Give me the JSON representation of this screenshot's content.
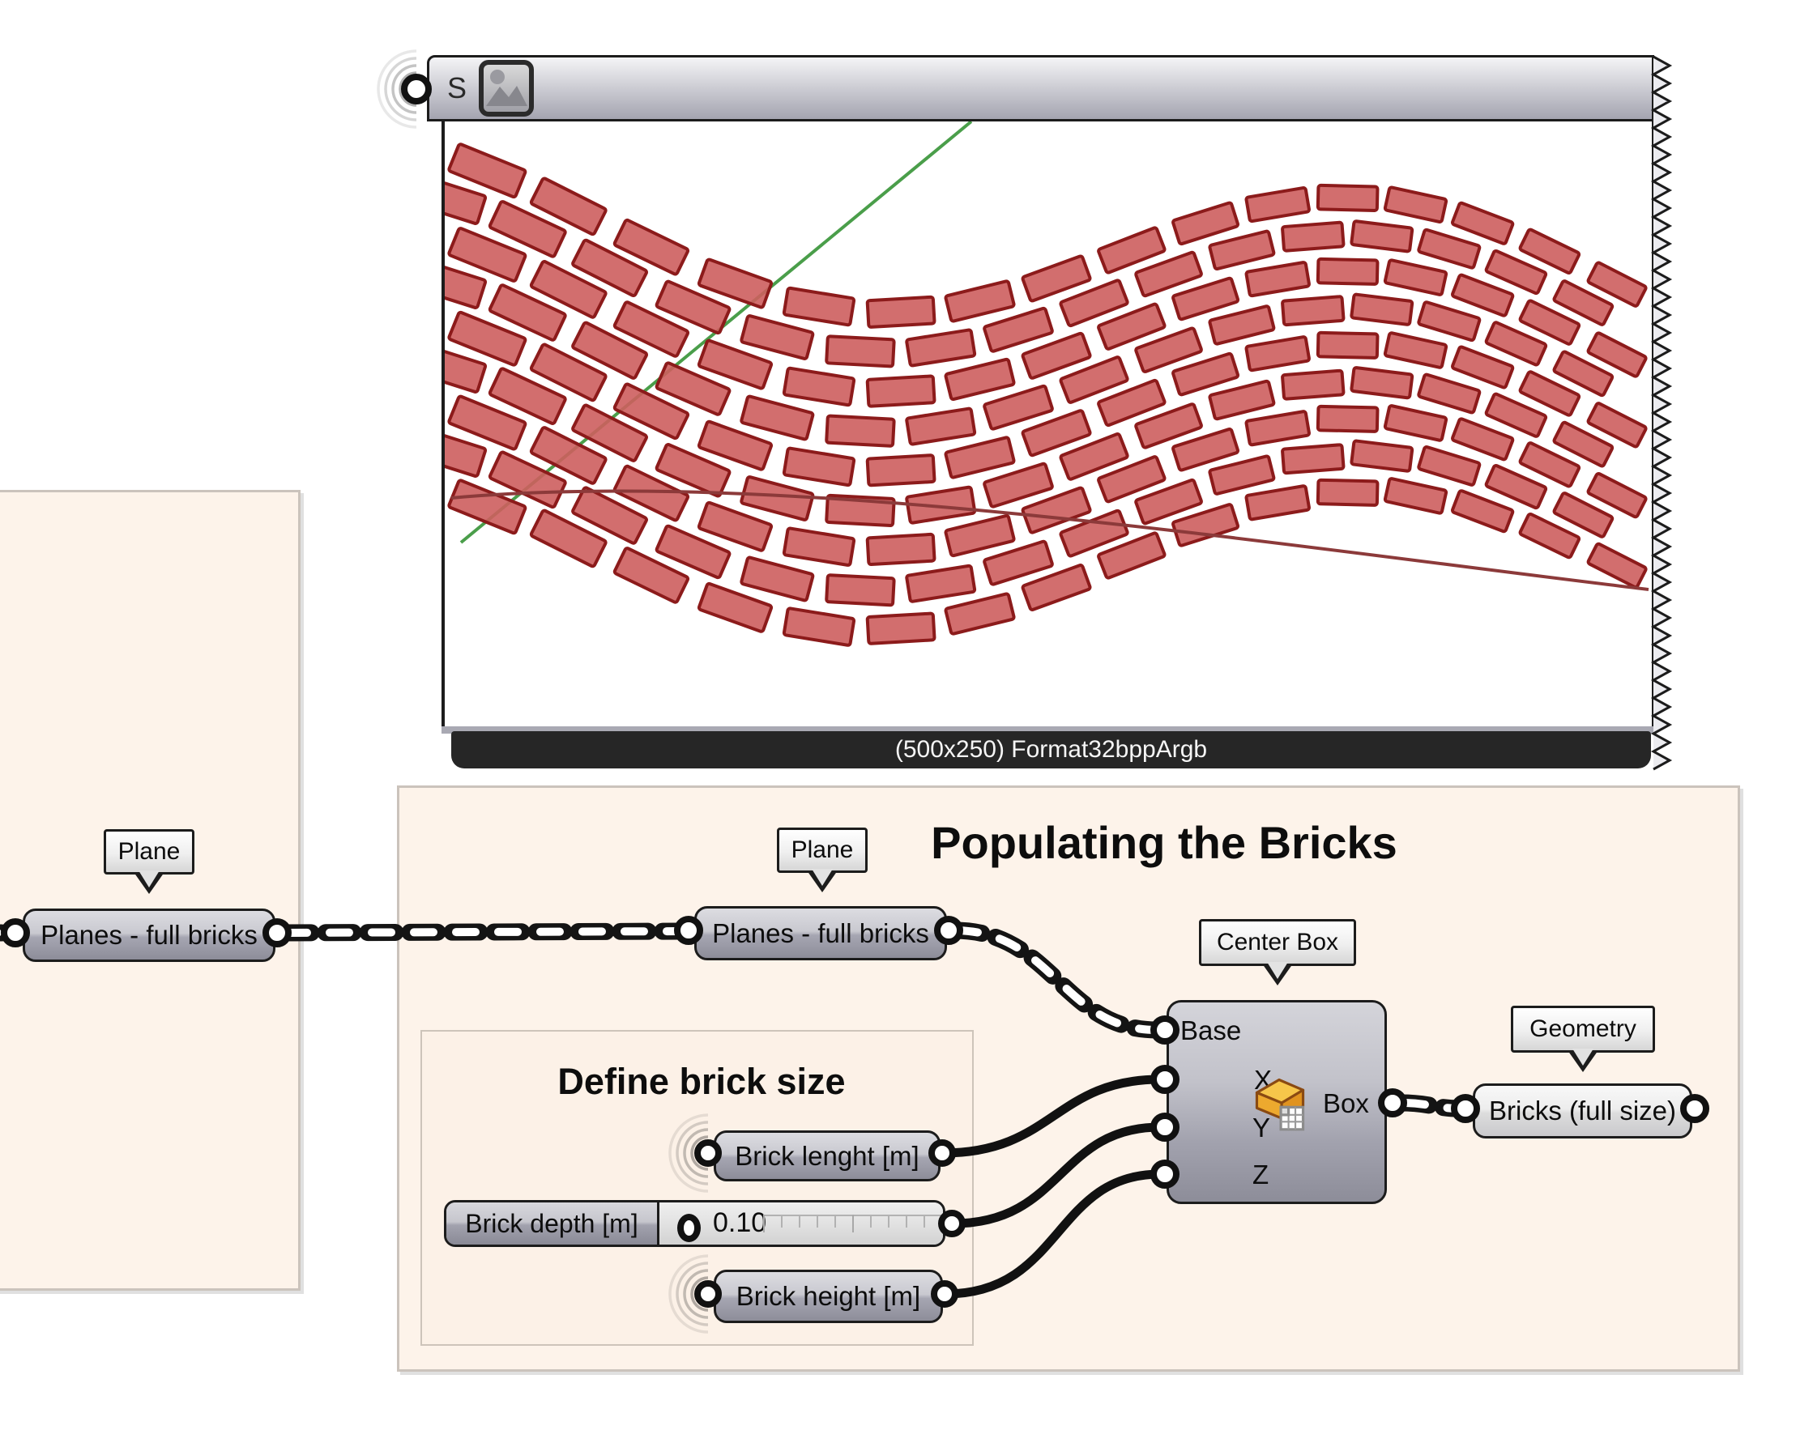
{
  "image_viewer": {
    "input_label": "S",
    "caption": "(500x250) Format32bppArgb",
    "icon": "image-icon"
  },
  "groups": {
    "main_title": "Populating the Bricks",
    "inner_title": "Define brick size"
  },
  "tags": {
    "plane_left": "Plane",
    "plane_main": "Plane",
    "center_box": "Center Box",
    "geometry": "Geometry"
  },
  "params": {
    "planes_left": "Planes - full bricks",
    "planes_main": "Planes - full bricks",
    "brick_length": "Brick lenght [m]",
    "brick_height": "Brick height [m]",
    "bricks_out": "Bricks (full size)"
  },
  "slider": {
    "label": "Brick depth [m]",
    "value": "0.10"
  },
  "center_box": {
    "inputs": [
      "Base",
      "X",
      "Y",
      "Z"
    ],
    "output": "Box"
  },
  "wall": {
    "rows": 9,
    "brick_fill": "#cd5e5e",
    "brick_stroke": "#8c1b1b",
    "axis_line_color": "#4a9e4a",
    "base_line_color": "#8c3a3a"
  },
  "colors": {
    "group_fill": "#fdf3ea",
    "group_border": "#cbc3bc",
    "caption_bg": "#262626",
    "caption_text": "#f5f5f5",
    "component_border": "#1c1c1c"
  }
}
